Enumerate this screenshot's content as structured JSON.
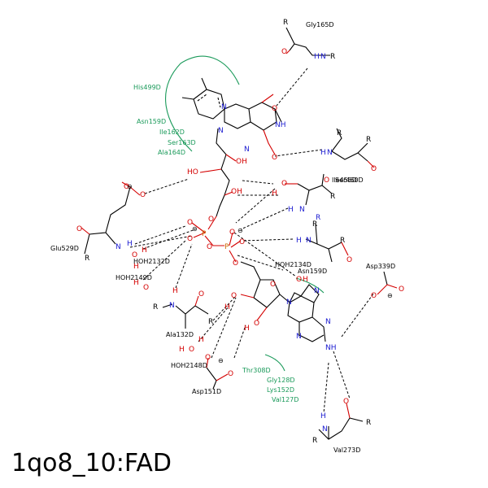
{
  "title": "1qo8_10:FAD",
  "hbond_residues": {
    "gly165": "Gly165D",
    "ile456": "Ile456D",
    "ser460": "Ser460D",
    "glu529": "Glu529D",
    "asn159": "Asn159D",
    "asp339": "Asp339D",
    "ala132": "Ala132D",
    "asp151": "Asp151D",
    "val273": "Val273D"
  },
  "hydrophobic_residues": {
    "his499": "His499D",
    "asn159": "Asn159D",
    "ile162": "Ile162D",
    "ser163": "Ser163D",
    "ala164": "Ala164D",
    "thr308": "Thr308D",
    "gly128": "Gly128D",
    "lys152": "Lys152D",
    "val127": "Val127D"
  },
  "waters": {
    "hoh2132": "HOH2132D",
    "hoh2149": "HOH2149D",
    "hoh2134": "HOH2134D",
    "hoh2148": "HOH2148D"
  },
  "atoms": {
    "N": "N",
    "O": "O",
    "P": "P",
    "H": "H",
    "R": "R",
    "OH": "OH",
    "HO": "HO",
    "NH": "NH",
    "minus": "⊖"
  }
}
